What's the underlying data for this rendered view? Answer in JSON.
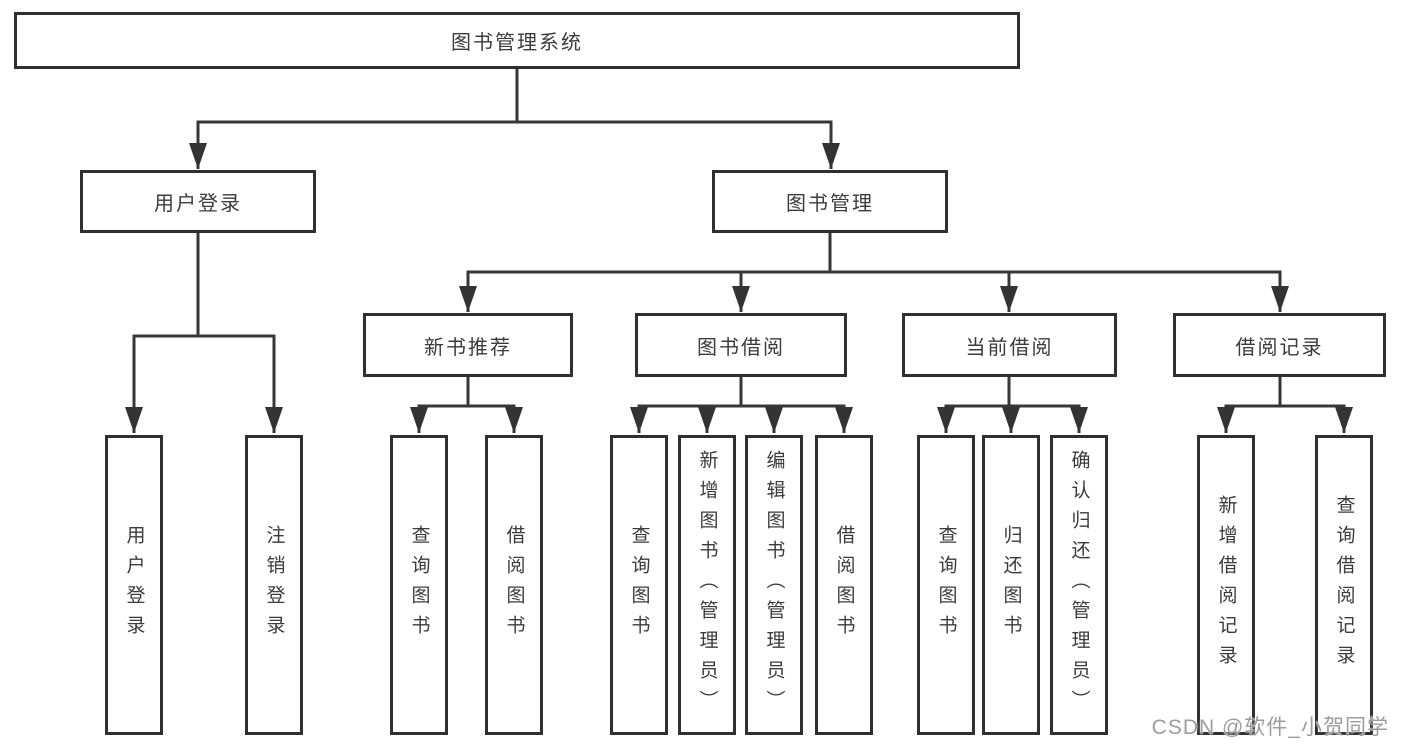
{
  "diagram": {
    "root": {
      "label": "图书管理系统"
    },
    "level2": [
      {
        "label": "用户登录",
        "parent": "图书管理系统",
        "children": [
          "用户登录",
          "注销登录"
        ]
      },
      {
        "label": "图书管理",
        "parent": "图书管理系统",
        "children": [
          "新书推荐",
          "图书借阅",
          "当前借阅",
          "借阅记录"
        ]
      }
    ],
    "level3": [
      {
        "label": "新书推荐",
        "parent": "图书管理",
        "children": [
          "查询图书",
          "借阅图书"
        ]
      },
      {
        "label": "图书借阅",
        "parent": "图书管理",
        "children": [
          "查询图书",
          "新增图书（管理员）",
          "编辑图书（管理员）",
          "借阅图书"
        ]
      },
      {
        "label": "当前借阅",
        "parent": "图书管理",
        "children": [
          "查询图书",
          "归还图书",
          "确认归还（管理员）"
        ]
      },
      {
        "label": "借阅记录",
        "parent": "图书管理",
        "children": [
          "新增借阅记录",
          "查询借阅记录"
        ]
      }
    ],
    "level4": [
      {
        "label": "用户登录",
        "parent": "用户登录"
      },
      {
        "label": "注销登录",
        "parent": "用户登录"
      },
      {
        "label": "查询图书",
        "parent": "新书推荐"
      },
      {
        "label": "借阅图书",
        "parent": "新书推荐"
      },
      {
        "label": "查询图书",
        "parent": "图书借阅"
      },
      {
        "label": "新增图书（管理员）",
        "parent": "图书借阅"
      },
      {
        "label": "编辑图书（管理员）",
        "parent": "图书借阅"
      },
      {
        "label": "借阅图书",
        "parent": "图书借阅"
      },
      {
        "label": "查询图书",
        "parent": "当前借阅"
      },
      {
        "label": "归还图书",
        "parent": "当前借阅"
      },
      {
        "label": "确认归还（管理员）",
        "parent": "当前借阅"
      },
      {
        "label": "新增借阅记录",
        "parent": "借阅记录"
      },
      {
        "label": "查询借阅记录",
        "parent": "借阅记录"
      }
    ],
    "colors": {
      "line": "#373737",
      "border": "#2f2f2f",
      "text": "#3b3b3b",
      "background": "#ffffff",
      "watermark": "#9c9c9c"
    }
  },
  "watermark": {
    "text": "CSDN @软件_小贺同学"
  }
}
